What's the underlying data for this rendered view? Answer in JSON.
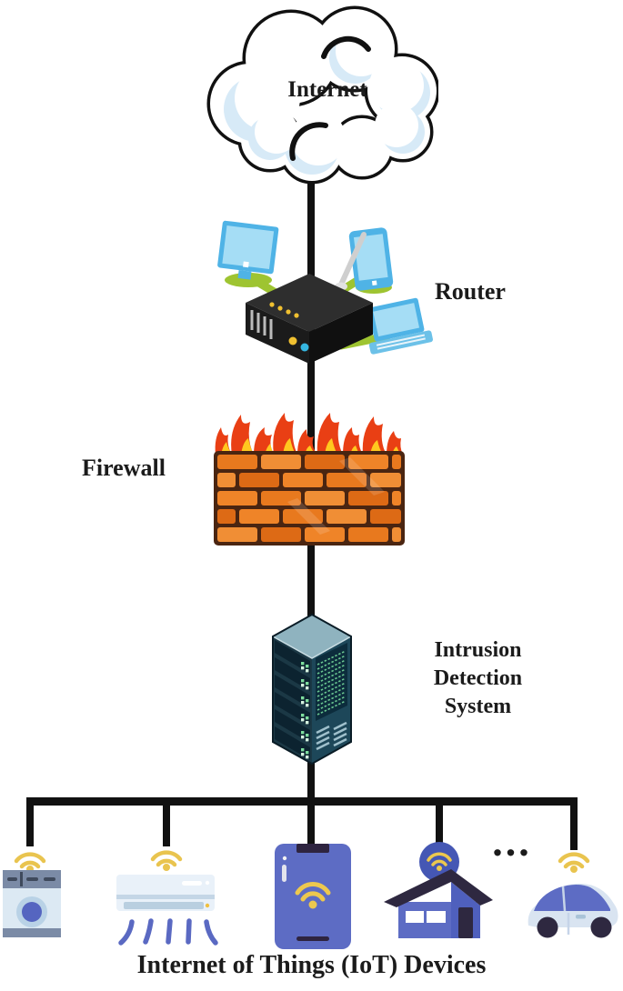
{
  "diagram": {
    "type": "network-security-architecture",
    "labels": {
      "internet": "Internet",
      "router": "Router",
      "firewall": "Firewall",
      "ids": "Intrusion\nDetection\nSystem",
      "iot_title": "Internet of Things (IoT) Devices",
      "ellipsis": "..."
    },
    "nodes": [
      {
        "id": "internet",
        "icon": "cloud-icon",
        "label": "Internet"
      },
      {
        "id": "router",
        "icon": "wireless-router-icon",
        "label": "Router",
        "clients": [
          "monitor-icon",
          "smartphone-icon",
          "laptop-icon"
        ]
      },
      {
        "id": "firewall",
        "icon": "brick-wall-flames-icon",
        "label": "Firewall"
      },
      {
        "id": "ids",
        "icon": "server-rack-icon",
        "label": "Intrusion Detection System"
      },
      {
        "id": "iot-devices",
        "label": "Internet of Things (IoT) Devices",
        "devices": [
          "washing-machine-icon",
          "air-conditioner-icon",
          "smartphone-icon",
          "smart-home-icon",
          "smart-car-icon"
        ],
        "wifi_icon": "wifi-signal-icon"
      }
    ],
    "connections": [
      {
        "from": "internet",
        "to": "router"
      },
      {
        "from": "router",
        "to": "firewall"
      },
      {
        "from": "firewall",
        "to": "ids"
      },
      {
        "from": "ids",
        "to": "iot-devices",
        "style": "bus-with-drops"
      }
    ],
    "colors": {
      "line_black": "#111111",
      "wifi_yellow": "#e9c44f",
      "link_green": "#9ec431",
      "device_blue": "#5d6cc4",
      "dark_navy": "#2e2840",
      "flame_red": "#e93f14",
      "flame_yellow": "#ffc81f",
      "brick_orange": "#e8791e",
      "mortar_brown": "#4a2511",
      "server_teal": "#1d4759",
      "server_top": "#8fb3bf",
      "led_green": "#74d79a",
      "cloud_shade": "#d7eaf7",
      "screen_blue": "#a5ddf5",
      "body_light_blue": "#d9e4f1"
    }
  }
}
